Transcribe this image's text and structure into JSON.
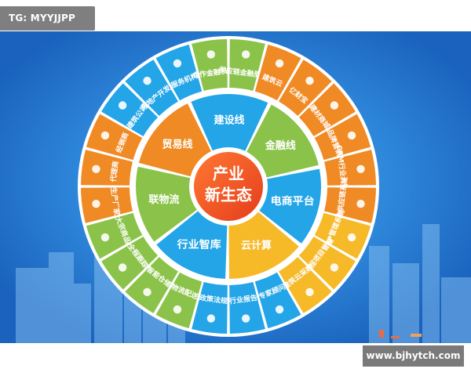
{
  "watermarks": {
    "top_left": "TG: MYYJJPP",
    "bottom_right": "www.bjhytch.com"
  },
  "colors": {
    "background": "#2f83d7",
    "city": "#78b4ea",
    "orange": "#f08a24",
    "green": "#8bc34a",
    "blue": "#23a5e7",
    "yellow": "#f6b928",
    "dark_orange": "#ef4a22",
    "white": "#ffffff"
  },
  "center": {
    "line1": "产业",
    "line2": "新生态"
  },
  "inner_sectors": [
    {
      "label": "建设线",
      "color": "#23a5e7"
    },
    {
      "label": "金融线",
      "color": "#8bc34a"
    },
    {
      "label": "电商平台",
      "color": "#23a5e7"
    },
    {
      "label": "云计算",
      "color": "#f6b928"
    },
    {
      "label": "行业智库",
      "color": "#23a5e7"
    },
    {
      "label": "联物流",
      "color": "#8bc34a"
    },
    {
      "label": "贸易线",
      "color": "#f08a24"
    }
  ],
  "outer_sectors": [
    {
      "label": "建筑公司",
      "icon": "office-icon",
      "color": "#23a5e7"
    },
    {
      "label": "房地产开发商",
      "icon": "building-icon",
      "color": "#23a5e7"
    },
    {
      "label": "服务机构",
      "icon": "handshake-icon",
      "color": "#23a5e7"
    },
    {
      "label": "合作金融机构",
      "icon": "bank-icon",
      "color": "#8bc34a"
    },
    {
      "label": "供应链金融服务",
      "icon": "chain-icon",
      "color": "#8bc34a"
    },
    {
      "label": "建筑云",
      "icon": "cloud-icon",
      "color": "#f08a24"
    },
    {
      "label": "亿财宝",
      "icon": "money-icon",
      "color": "#f08a24"
    },
    {
      "label": "建材商城",
      "icon": "cart-icon",
      "color": "#f08a24"
    },
    {
      "label": "品牌营销",
      "icon": "chart-icon",
      "color": "#f08a24"
    },
    {
      "label": "CRM行业大数据",
      "icon": "database-icon",
      "color": "#f08a24"
    },
    {
      "label": "采购供应链系统",
      "icon": "gear-icon",
      "color": "#f08a24"
    },
    {
      "label": "ERP管理系统",
      "icon": "erp-icon",
      "color": "#f6b928"
    },
    {
      "label": "工程项目管理",
      "icon": "project-icon",
      "color": "#f6b928"
    },
    {
      "label": "建筑云采购",
      "icon": "cloud-purchase-icon",
      "color": "#f6b928"
    },
    {
      "label": "专家顾问",
      "icon": "expert-icon",
      "color": "#23a5e7"
    },
    {
      "label": "行业报告",
      "icon": "report-icon",
      "color": "#23a5e7"
    },
    {
      "label": "政策法规",
      "icon": "law-icon",
      "color": "#23a5e7"
    },
    {
      "label": "物流配送",
      "icon": "truck-icon",
      "color": "#8bc34a"
    },
    {
      "label": "智能仓储",
      "icon": "warehouse-icon",
      "color": "#8bc34a"
    },
    {
      "label": "全程跟踪",
      "icon": "location-icon",
      "color": "#8bc34a"
    },
    {
      "label": "大宗商品",
      "icon": "box-icon",
      "color": "#8bc34a"
    },
    {
      "label": "生产厂家",
      "icon": "factory-icon",
      "color": "#f08a24"
    },
    {
      "label": "代理商",
      "icon": "agent-icon",
      "color": "#f08a24"
    },
    {
      "label": "经销商",
      "icon": "dealer-icon",
      "color": "#f08a24"
    }
  ]
}
